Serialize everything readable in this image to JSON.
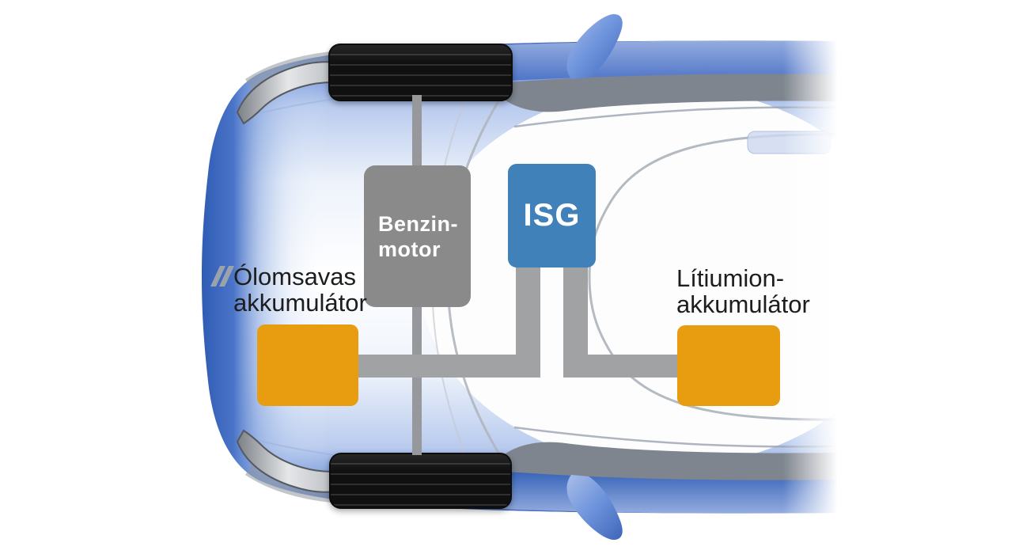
{
  "diagram": {
    "engine": {
      "line1": "Benzin-",
      "line2": "motor"
    },
    "isg": {
      "label": "ISG"
    },
    "left_battery": {
      "line1": "Ólomsavas",
      "line2": "akkumulátor"
    },
    "right_battery": {
      "line1": "Lítiumion-",
      "line2": "akkumulátor"
    },
    "colors": {
      "engine_box": "#8a8a8a",
      "isg_box": "#3f81b8",
      "battery_box": "#e89c10",
      "connector": "#a1a2a4",
      "axle": "#97989b",
      "label_text": "#1d1d1d",
      "box_text": "#ffffff",
      "car_blue": "#3a6ec6",
      "tire_black": "#151515"
    }
  }
}
